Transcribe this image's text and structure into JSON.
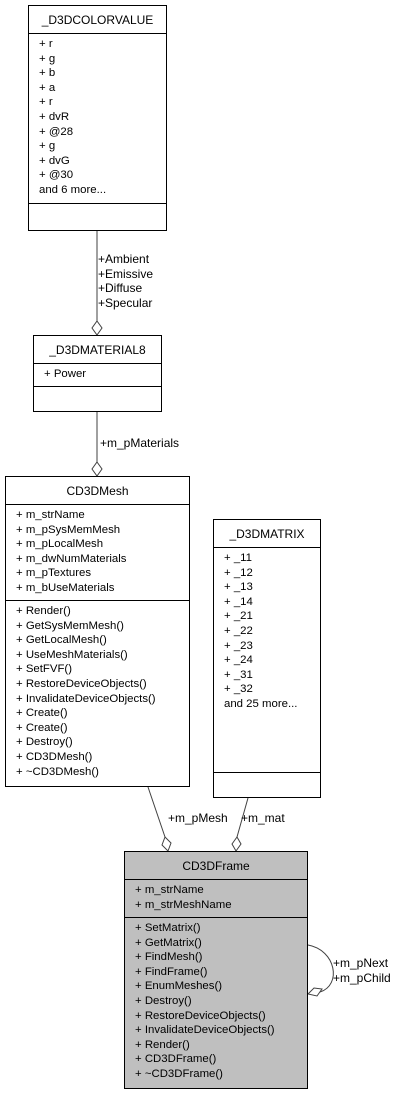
{
  "classes": {
    "colorvalue": {
      "title": "_D3DCOLORVALUE",
      "attributes": [
        "+ r",
        "+ g",
        "+ b",
        "+ a",
        "+ r",
        "+ dvR",
        "+ @28",
        "+ g",
        "+ dvG",
        "+ @30",
        "and 6 more..."
      ]
    },
    "material": {
      "title": "_D3DMATERIAL8",
      "attributes": [
        "+ Power"
      ]
    },
    "mesh": {
      "title": "CD3DMesh",
      "attributes": [
        "+ m_strName",
        "+ m_pSysMemMesh",
        "+ m_pLocalMesh",
        "+ m_dwNumMaterials",
        "+ m_pTextures",
        "+ m_bUseMaterials"
      ],
      "methods": [
        "+ Render()",
        "+ GetSysMemMesh()",
        "+ GetLocalMesh()",
        "+ UseMeshMaterials()",
        "+ SetFVF()",
        "+ RestoreDeviceObjects()",
        "+ InvalidateDeviceObjects()",
        "+ Create()",
        "+ Create()",
        "+ Destroy()",
        "+ CD3DMesh()",
        "+ ~CD3DMesh()"
      ]
    },
    "matrix": {
      "title": "_D3DMATRIX",
      "attributes": [
        "+ _11",
        "+ _12",
        "+ _13",
        "+ _14",
        "+ _21",
        "+ _22",
        "+ _23",
        "+ _24",
        "+ _31",
        "+ _32",
        "and 25 more..."
      ]
    },
    "frame": {
      "title": "CD3DFrame",
      "attributes": [
        "+ m_strName",
        "+ m_strMeshName"
      ],
      "methods": [
        "+ SetMatrix()",
        "+ GetMatrix()",
        "+ FindMesh()",
        "+ FindFrame()",
        "+ EnumMeshes()",
        "+ Destroy()",
        "+ RestoreDeviceObjects()",
        "+ InvalidateDeviceObjects()",
        "+ Render()",
        "+ CD3DFrame()",
        "+ ~CD3DFrame()"
      ]
    }
  },
  "edges": {
    "color_to_material": [
      "+Ambient",
      "+Emissive",
      "+Diffuse",
      "+Specular"
    ],
    "material_to_mesh": "+m_pMaterials",
    "mesh_to_frame": "+m_pMesh",
    "matrix_to_frame": "+m_mat",
    "frame_self": [
      "+m_pNext",
      "+m_pChild"
    ]
  },
  "colors": {
    "highlight_fill": "#bfbfbf",
    "line": "#404040"
  }
}
